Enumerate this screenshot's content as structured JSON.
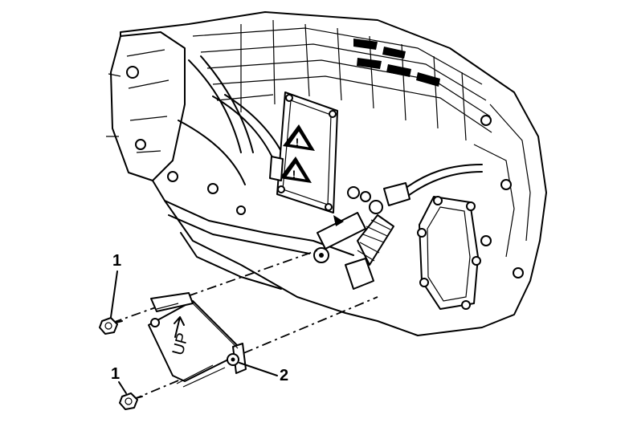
{
  "callouts": [
    {
      "id": "bolt-upper",
      "number": "1"
    },
    {
      "id": "bolt-lower",
      "number": "1"
    },
    {
      "id": "bracket",
      "number": "2"
    }
  ],
  "bracket_marking": "UP"
}
